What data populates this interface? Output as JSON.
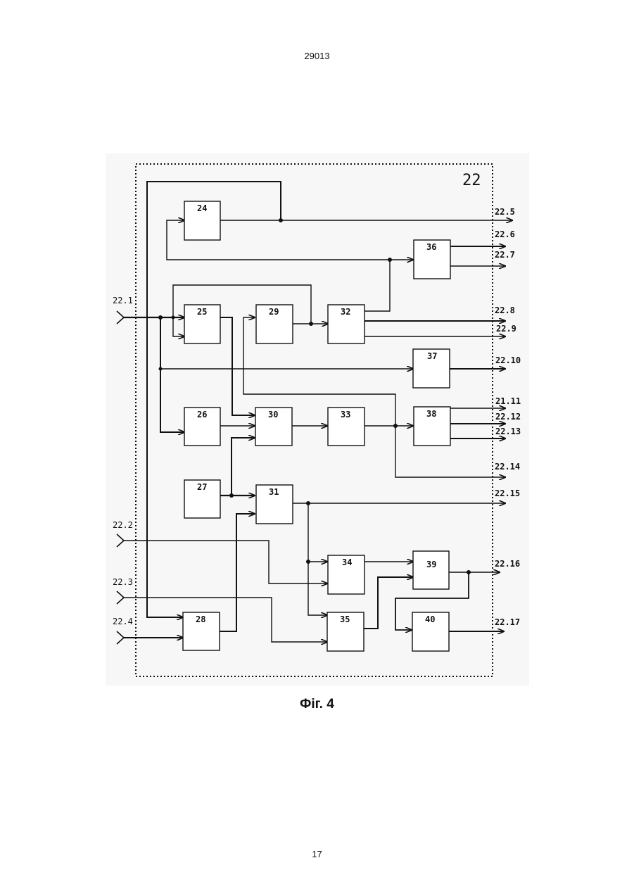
{
  "header": {
    "patent_number": "29013"
  },
  "figure": {
    "frame_label": "22",
    "caption": "Фіг. 4",
    "blocks": [
      "24",
      "25",
      "26",
      "27",
      "28",
      "29",
      "30",
      "31",
      "32",
      "33",
      "34",
      "35",
      "36",
      "37",
      "38",
      "39",
      "40"
    ],
    "inputs": [
      "22.1",
      "22.2",
      "22.3",
      "22.4"
    ],
    "outputs": [
      "22.5",
      "22.6",
      "22.7",
      "22.8",
      "22.9",
      "22.10",
      "21.11",
      "22.12",
      "22.13",
      "22.14",
      "22.15",
      "22.16",
      "22.17"
    ]
  },
  "footer": {
    "page_number": "17"
  }
}
